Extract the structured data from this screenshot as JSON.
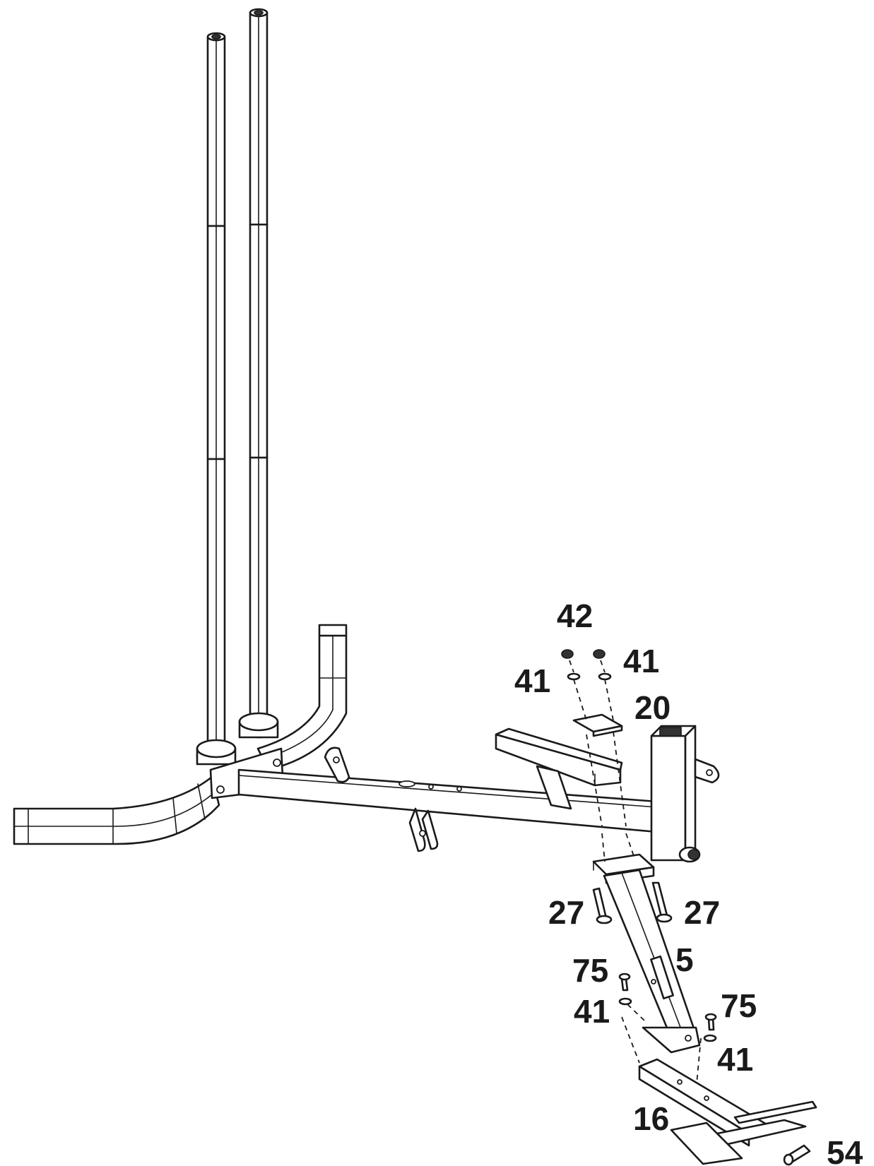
{
  "callouts": [
    {
      "id": "c42",
      "text": "42"
    },
    {
      "id": "c41a",
      "text": "41"
    },
    {
      "id": "c41b",
      "text": "41"
    },
    {
      "id": "c20",
      "text": "20"
    },
    {
      "id": "c27a",
      "text": "27"
    },
    {
      "id": "c27b",
      "text": "27"
    },
    {
      "id": "c5",
      "text": "5"
    },
    {
      "id": "c75a",
      "text": "75"
    },
    {
      "id": "c41c",
      "text": "41"
    },
    {
      "id": "c75b",
      "text": "75"
    },
    {
      "id": "c41d",
      "text": "41"
    },
    {
      "id": "c16",
      "text": "16"
    },
    {
      "id": "c54",
      "text": "54"
    }
  ],
  "colors": {
    "line": "#1a1a1a",
    "background": "#ffffff"
  }
}
